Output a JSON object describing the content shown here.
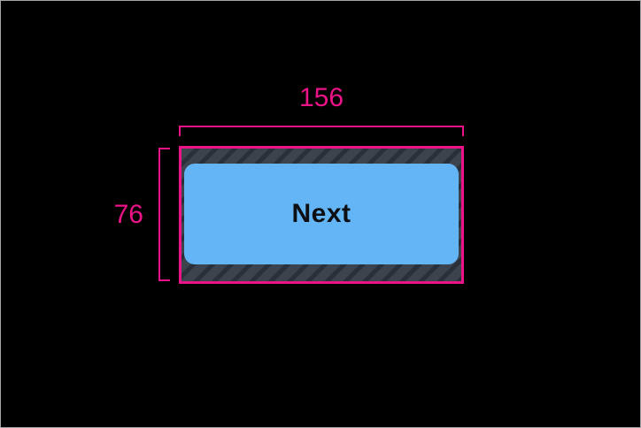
{
  "canvas": {
    "description": "touch-target size specification diagram"
  },
  "measurements": {
    "width_label": "156",
    "height_label": "76"
  },
  "button": {
    "label": "Next"
  },
  "colors": {
    "accent": "#ec1389",
    "button_bg": "#64b5f6",
    "button_text": "#0d0f12",
    "hatch_bg": "#3c434d",
    "hatch_stripe": "#2a3039",
    "page_bg": "#000000",
    "page_border": "#a6a6a8"
  }
}
